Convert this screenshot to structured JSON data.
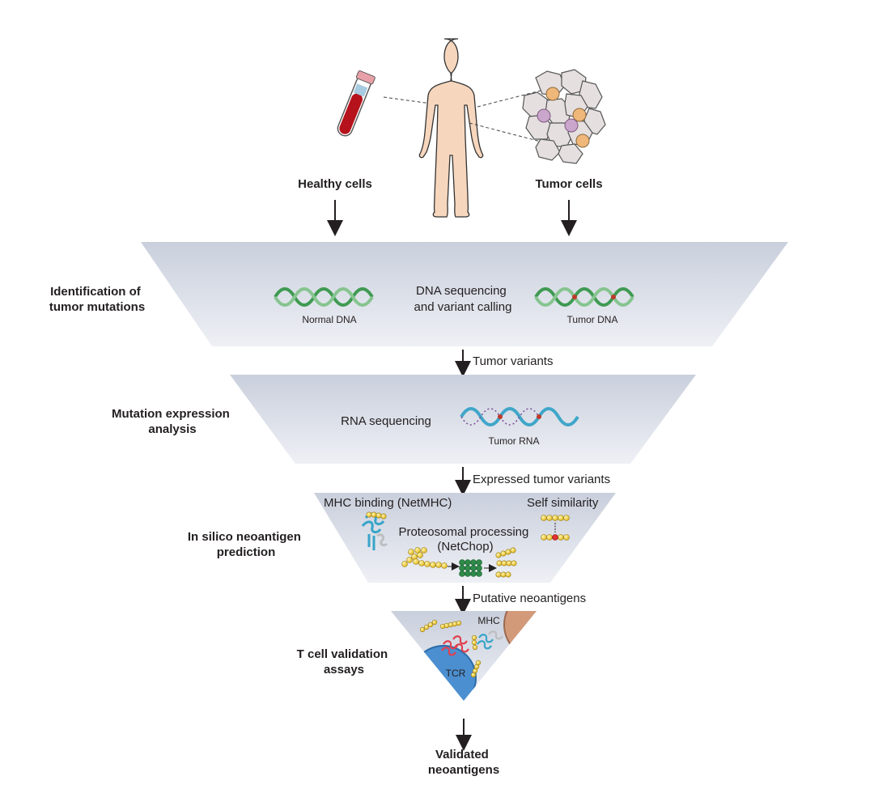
{
  "top": {
    "healthy_label": "Healthy cells",
    "tumor_label": "Tumor cells"
  },
  "stages": [
    {
      "label_lines": [
        "Identification of",
        "tumor mutations"
      ],
      "method_lines": [
        "DNA sequencing",
        "and variant calling"
      ],
      "left_caption": "Normal DNA",
      "right_caption": "Tumor DNA",
      "output": "Tumor variants"
    },
    {
      "label_lines": [
        "Mutation expression",
        "analysis"
      ],
      "method": "RNA sequencing",
      "caption": "Tumor RNA",
      "output": "Expressed tumor variants"
    },
    {
      "label_lines": [
        "In silico neoantigen",
        "prediction"
      ],
      "mhc_binding": "MHC binding (NetMHC)",
      "self_similarity": "Self similarity",
      "processing_lines": [
        "Proteosomal processing",
        "(NetChop)"
      ],
      "output": "Putative neoantigens"
    },
    {
      "label_lines": [
        "T cell validation",
        "assays"
      ],
      "mhc": "MHC",
      "tcr": "TCR"
    }
  ],
  "final_lines": [
    "Validated",
    "neoantigens"
  ],
  "colors": {
    "funnel_top": "#c9cfdc",
    "funnel_bottom": "#eef0f5",
    "dna_green": "#3f9a52",
    "rna_blue": "#3fa6c9",
    "peptide_yellow": "#f4d33a",
    "proteasome_green": "#2f8a4a",
    "blood_red": "#b5121b",
    "tumor_cell": "#e5dfe0",
    "tcr_red": "#e0404f",
    "mhc_blue": "#37a4c8",
    "tcell_blue": "#4b8fd0",
    "apc_tan": "#d39a7a"
  }
}
